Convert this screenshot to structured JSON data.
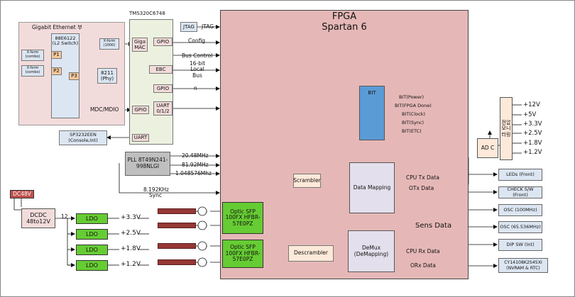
{
  "colors": {
    "fpga_fill": "#e5b8b7",
    "dsp_fill": "#ebf1de",
    "eth_fill": "#f2dcdb",
    "switch_fill": "#dce6f2",
    "bit_fill": "#5b9bd5",
    "map_fill": "#e4dfec",
    "ldo_fill": "#66cc33",
    "optic_fill": "#66cc33",
    "dc48_fill": "#c0504d",
    "cable_fill": "#953735",
    "pll_fill": "#bfbfbf",
    "scrambler_fill": "#fde9d9",
    "red_line": "#c0392b"
  },
  "fpga": {
    "title": "FPGA",
    "subtitle": "Spartan 6"
  },
  "dsp": {
    "label": "TMS320C6748",
    "giga_mac": "Giga MAC",
    "gpio1": "GPIO",
    "ebc": "EBC",
    "gpio2": "GPIO",
    "uart012": "UART 0/1/2",
    "gpio3": "GPIO",
    "uart": "UART"
  },
  "eth": {
    "title": "Gigabit Ethernet 부",
    "switch": "88E6122 (L2 Switch)",
    "p1": "P1",
    "p2": "P2",
    "p3": "P3",
    "xform1": "X-form (combo)",
    "xform2": "X-form (combo)",
    "xform3": "X-form (1000)",
    "phy": "8211 (Phy)",
    "mdc": "MDC/MDIO"
  },
  "jtag": {
    "box": "JTAG",
    "line": "JTAG"
  },
  "bus_labels": {
    "config": "Config",
    "bus_control": "Bus Control",
    "local_bus": "16-bit Local Bus",
    "n": "n"
  },
  "console": "SP3232EEN (Console,Int)",
  "pll": {
    "label": "PLL 8T49N241-998NLGI",
    "f1": "20.48MHz",
    "f2": "81.92MHz",
    "f3": "1.048576Mhz",
    "sync": "8.192KHz Sync"
  },
  "bit": {
    "label": "BIT",
    "signals": [
      "BIT(Power)",
      "BIT(FPGA Done)",
      "BIT(Clock)",
      "BIT(Sync)",
      "BIT(ETC)"
    ]
  },
  "scrambler": "Scrambler",
  "descrambler": "Descrambler",
  "mapping": "Data Mapping",
  "demux": "DeMux (DeMapping)",
  "optic": [
    "Optic SFP 100FX HFBR-57E0PZ",
    "Optic SFP 100FX HFBR-57E0PZ"
  ],
  "signals": {
    "cpu_tx": "CPU Tx Data",
    "otx": "OTx Data",
    "sens": "Sens Data",
    "cpu_rx": "CPU Rx Data",
    "orx": "ORx Data"
  },
  "adc": "AD C",
  "monitor": "전압 모니 터링",
  "voltages": [
    "+12V",
    "+5V",
    "+3.3V",
    "+2.5V",
    "+1.8V",
    "+1.2V"
  ],
  "peripherals": [
    "LEDs (Front)",
    "CHECK S/W (Front)",
    "OSC (100MHz)",
    "OSC (65.536MHz)",
    "DIP SW (Int)",
    "CY14108K2S45XI (NVRAM & RTC)"
  ],
  "power": {
    "dc48": "DC48V",
    "dcdc": "DCDC 48to12V",
    "rail": "12",
    "ldos": [
      "LDO",
      "LDO",
      "LDO",
      "LDO"
    ],
    "outputs": [
      "+3.3V",
      "+2.5V",
      "+1.8V",
      "+1.2V"
    ]
  }
}
